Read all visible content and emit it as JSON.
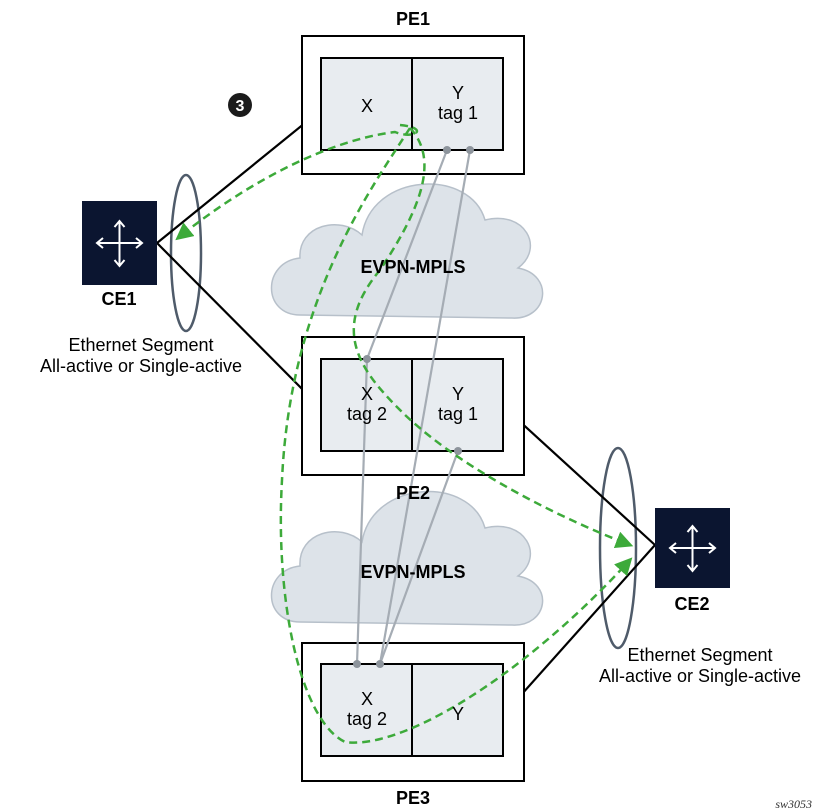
{
  "pe1": {
    "label": "PE1",
    "left": {
      "line1": "X"
    },
    "right": {
      "line1": "Y",
      "line2": "tag 1"
    }
  },
  "pe2": {
    "label": "PE2",
    "left": {
      "line1": "X",
      "line2": "tag 2"
    },
    "right": {
      "line1": "Y",
      "line2": "tag 1"
    }
  },
  "pe3": {
    "label": "PE3",
    "left": {
      "line1": "X",
      "line2": "tag 2"
    },
    "right": {
      "line1": "Y"
    }
  },
  "cloud_top": {
    "label": "EVPN-MPLS"
  },
  "cloud_bottom": {
    "label": "EVPN-MPLS"
  },
  "ce1": {
    "label": "CE1",
    "icon": "router-icon"
  },
  "ce2": {
    "label": "CE2",
    "icon": "router-icon"
  },
  "es1": {
    "line1": "Ethernet Segment",
    "line2": "All-active or Single-active"
  },
  "es2": {
    "line1": "Ethernet Segment",
    "line2": "All-active or Single-active"
  },
  "step_badge": "3",
  "figure_id": "sw3053",
  "colors": {
    "box_fill": "#e8ecf0",
    "cloud_fill": "#dde3e9",
    "cloud_stroke": "#b7c0ca",
    "pw_line": "#a5acb4",
    "flow_green": "#3daa3a",
    "node_fill": "#0b1530",
    "ellipse": "#4f5b6a"
  }
}
